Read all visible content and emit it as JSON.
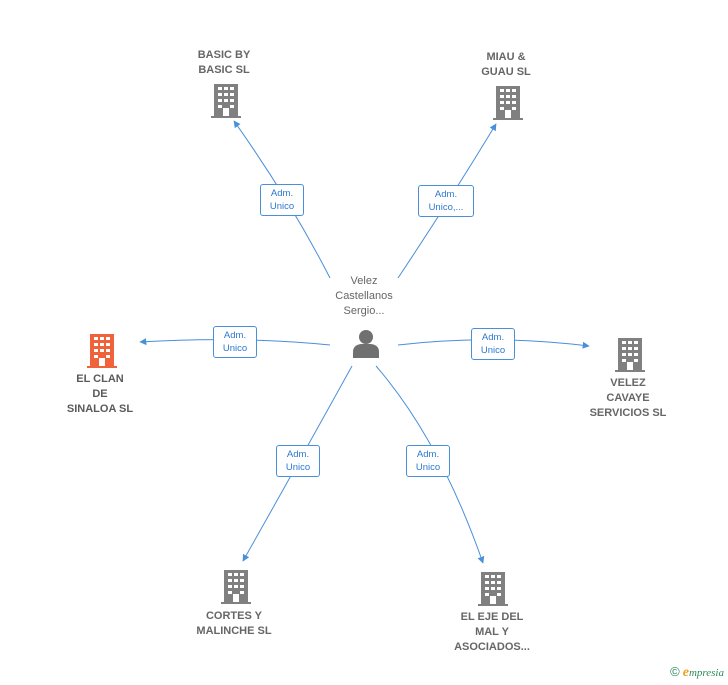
{
  "center": {
    "label_lines": [
      "Velez",
      "Castellanos",
      "Sergio..."
    ],
    "icon": "person-icon"
  },
  "companies": [
    {
      "id": "basic-by-basic",
      "lines": [
        "BASIC BY",
        "BASIC  SL"
      ],
      "icon": "building-icon",
      "color": "#808080",
      "highlight": false
    },
    {
      "id": "miau-guau",
      "lines": [
        "MIAU &",
        "GUAU SL"
      ],
      "icon": "building-icon",
      "color": "#808080",
      "highlight": false
    },
    {
      "id": "el-clan-de-sinaloa",
      "lines": [
        "EL CLAN",
        "DE",
        "SINALOA  SL"
      ],
      "icon": "building-icon",
      "color": "#f0623a",
      "highlight": true
    },
    {
      "id": "velez-cavaye",
      "lines": [
        "VELEZ",
        "CAVAYE",
        "SERVICIOS SL"
      ],
      "icon": "building-icon",
      "color": "#808080",
      "highlight": false
    },
    {
      "id": "cortes-y-malinche",
      "lines": [
        "CORTES Y",
        "MALINCHE  SL"
      ],
      "icon": "building-icon",
      "color": "#808080",
      "highlight": false
    },
    {
      "id": "el-eje-del-mal",
      "lines": [
        "EL EJE DEL",
        "MAL Y",
        "ASOCIADOS..."
      ],
      "icon": "building-icon",
      "color": "#808080",
      "highlight": false
    }
  ],
  "edges": [
    {
      "target": "basic-by-basic",
      "lines": [
        "Adm.",
        "Unico"
      ]
    },
    {
      "target": "miau-guau",
      "lines": [
        "Adm.",
        "Unico,..."
      ]
    },
    {
      "target": "el-clan-de-sinaloa",
      "lines": [
        "Adm.",
        "Unico"
      ]
    },
    {
      "target": "velez-cavaye",
      "lines": [
        "Adm.",
        "Unico"
      ]
    },
    {
      "target": "cortes-y-malinche",
      "lines": [
        "Adm.",
        "Unico"
      ]
    },
    {
      "target": "el-eje-del-mal",
      "lines": [
        "Adm.",
        "Unico"
      ]
    }
  ],
  "colors": {
    "edge": "#4a8fd9",
    "edge_text": "#2b78d0",
    "node_text": "#666666",
    "building": "#808080",
    "building_highlight": "#f0623a",
    "person": "#707070"
  },
  "brand": {
    "copyright": "©",
    "first_letter": "e",
    "rest": "mpresia"
  }
}
